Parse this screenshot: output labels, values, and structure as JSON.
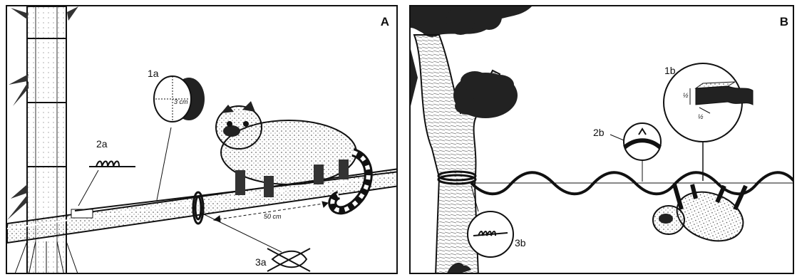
{
  "panels": [
    {
      "id": "A",
      "label": "A",
      "callouts": {
        "c1": "1a",
        "c2": "2a",
        "c3": "3a"
      },
      "measurements": {
        "diameter": "3 cm",
        "spacing": "50 cm"
      }
    },
    {
      "id": "B",
      "label": "B",
      "callouts": {
        "c1": "1b",
        "c2": "2b",
        "c3": "3b"
      },
      "measurements": {
        "half_a": "½",
        "half_b": "½"
      }
    }
  ],
  "colors": {
    "ink": "#111111",
    "stipple": "#555555",
    "paper": "#ffffff"
  }
}
